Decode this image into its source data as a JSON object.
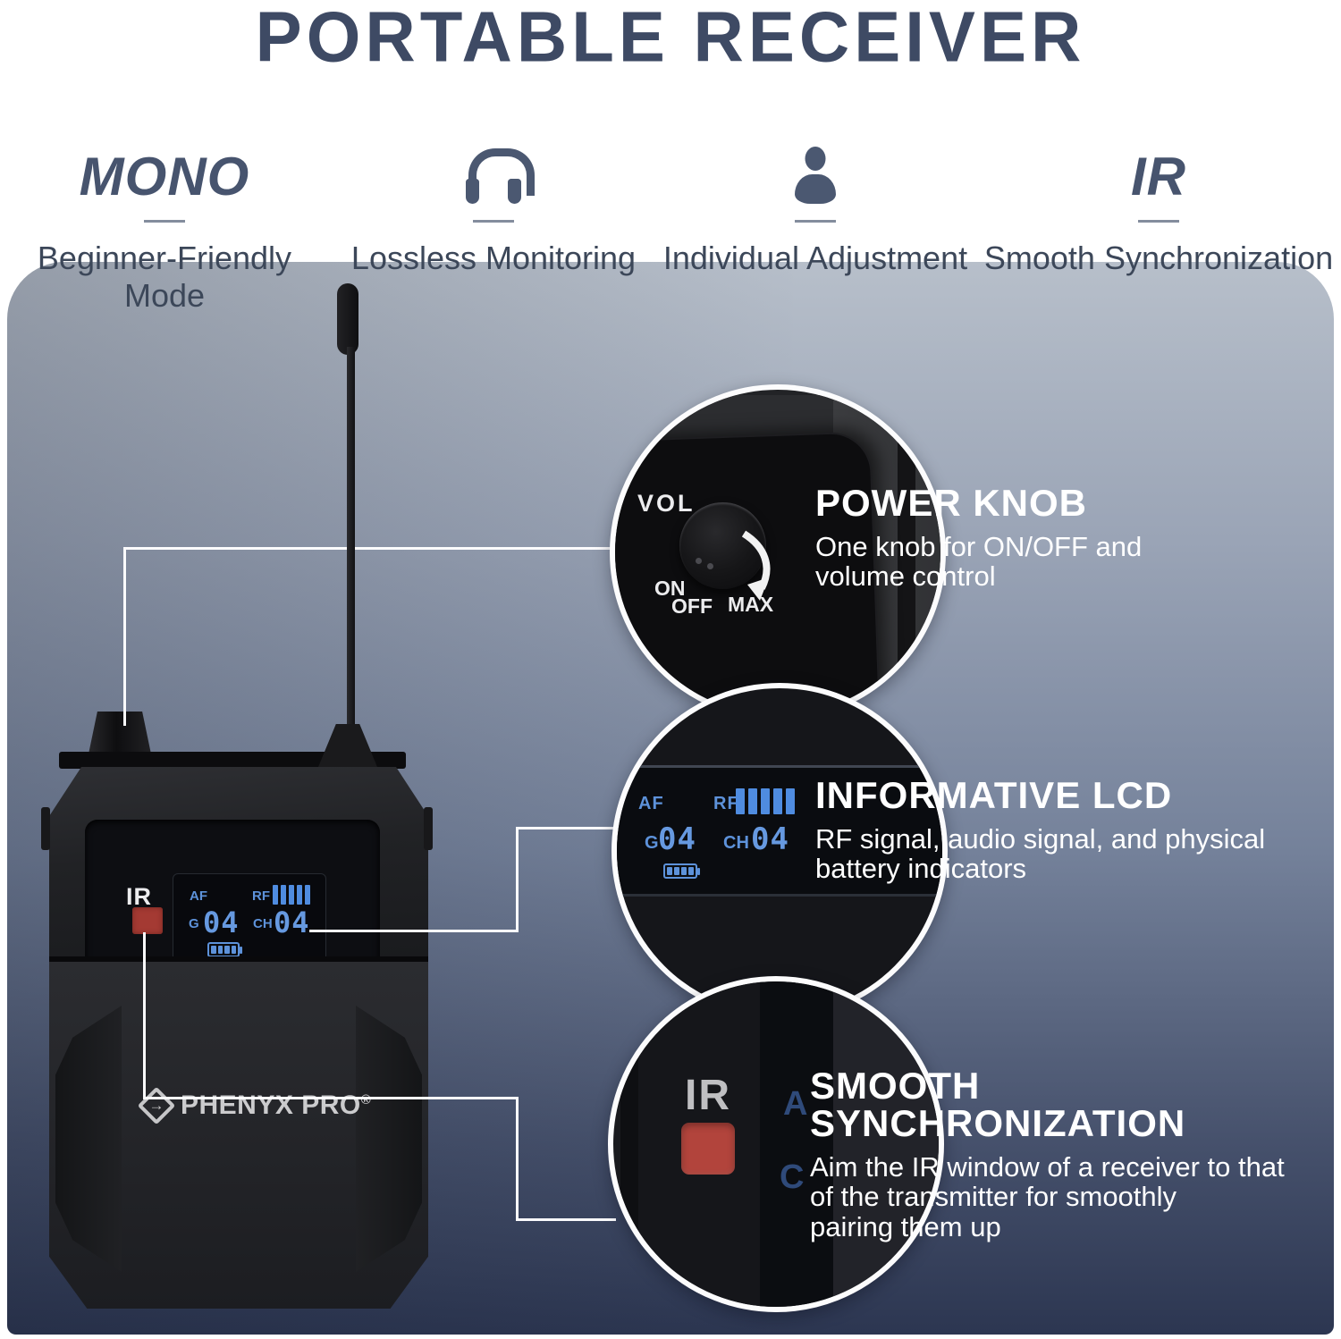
{
  "title": "PORTABLE RECEIVER",
  "features": [
    {
      "heading": "MONO",
      "icon": "mono-wordmark",
      "label": "Beginner-Friendly Mode"
    },
    {
      "heading": "",
      "icon": "headphones",
      "label": "Lossless Monitoring"
    },
    {
      "heading": "",
      "icon": "person",
      "label": "Individual Adjustment"
    },
    {
      "heading": "IR",
      "icon": "ir-wordmark",
      "label": "Smooth Synchronization"
    }
  ],
  "device": {
    "brand": "PHENYX PRO",
    "registered_mark": "®",
    "ir_window_label": "IR",
    "lcd": {
      "af_label": "AF",
      "rf_label": "RF",
      "rf_bars": 5,
      "group_label": "G",
      "group_value": "04",
      "channel_label": "CH",
      "channel_value": "04",
      "battery_bars": 4
    }
  },
  "callouts": [
    {
      "title": "POWER KNOB",
      "description": "One knob for ON/OFF and\nvolume control",
      "zoom_circle": {
        "vol_label": "VOL",
        "on_label": "ON",
        "off_label": "OFF",
        "max_label": "MAX"
      }
    },
    {
      "title": "INFORMATIVE LCD",
      "description": "RF signal, audio signal, and physical\nbattery indicators"
    },
    {
      "title": "SMOOTH SYNCHRONIZATION",
      "description": "Aim the IR window of a receiver to that\nof the transmitter for smoothly\npairing them up",
      "zoom_circle": {
        "ir_label": "IR",
        "partial_af": "A",
        "partial_ch": "C"
      }
    }
  ],
  "colors": {
    "title_navy": "#3e4a64",
    "accent_blue": "#5d92da",
    "ir_red": "#ae423b",
    "background_light": "#b7bfca",
    "background_dark": "#2c3651"
  }
}
